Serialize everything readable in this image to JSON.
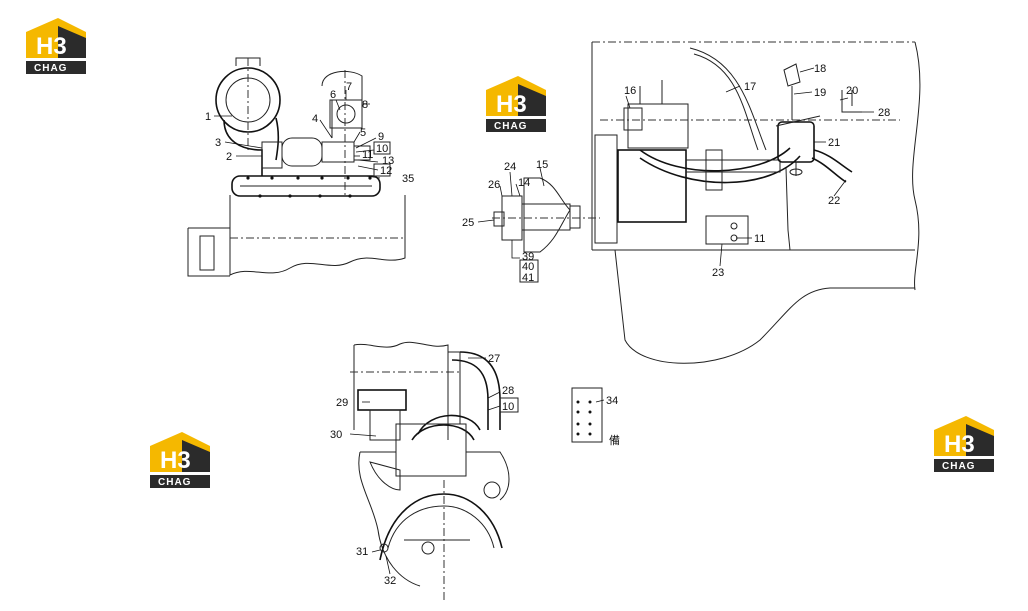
{
  "logo": {
    "mark": "H3",
    "caption": "CHAG"
  },
  "part_labels": {
    "p1": "1",
    "p2": "2",
    "p3": "3",
    "p4": "4",
    "p5": "5",
    "p6": "6",
    "p7": "7",
    "p8": "8",
    "p9": "9",
    "p10": "10",
    "p11": "11",
    "p12": "12",
    "p13": "13",
    "p14": "14",
    "p15": "15",
    "p16": "16",
    "p17": "17",
    "p18": "18",
    "p19": "19",
    "p20": "20",
    "p21": "21",
    "p22": "22",
    "p23": "23",
    "p24": "24",
    "p25": "25",
    "p26": "26",
    "p27": "27",
    "p28": "28",
    "p29": "29",
    "p30": "30",
    "p31": "31",
    "p32": "32",
    "p34": "34",
    "p35": "35",
    "p39": "39",
    "p40": "40",
    "p41": "41"
  },
  "annotation_text": "備",
  "colors": {
    "logo_yellow": "#f5b800",
    "logo_dark": "#2b2b2b"
  }
}
